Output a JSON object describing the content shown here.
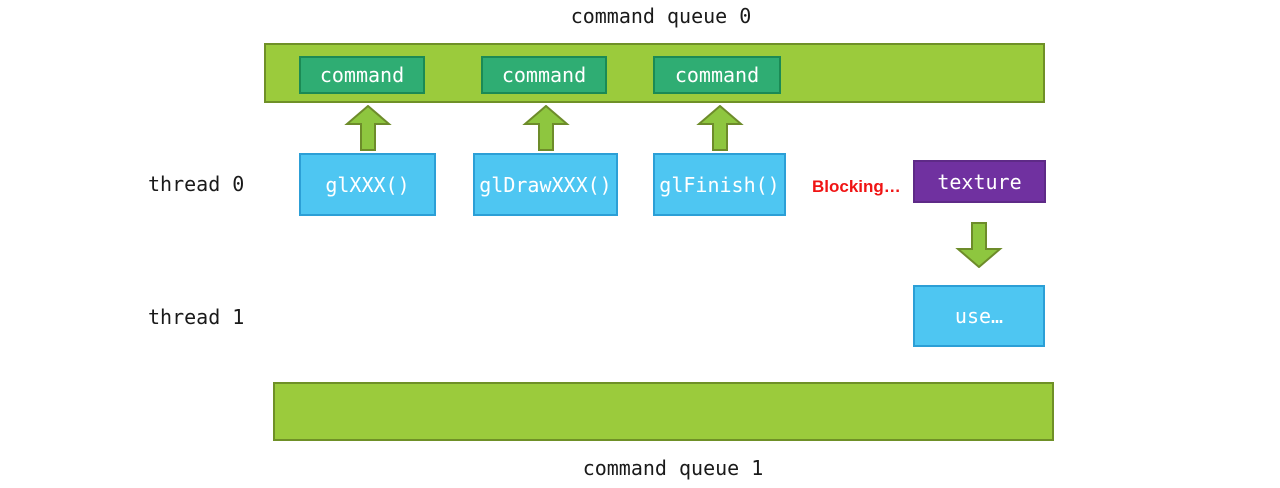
{
  "colors": {
    "green_fill": "#9BCB3C",
    "green_border": "#6F9027",
    "teal_fill": "#2FAD73",
    "teal_border": "#1B8A55",
    "blue_fill": "#4EC6F2",
    "blue_border": "#2C9FD6",
    "purple_fill": "#7031A0",
    "purple_border": "#5E2A87",
    "arrow_fill": "#8EC63F",
    "arrow_border": "#6D8C2A",
    "blocking_red": "#F01414",
    "text_black": "#1A1A1A"
  },
  "queue0": {
    "label": "command queue 0",
    "commands": [
      "command",
      "command",
      "command"
    ]
  },
  "thread0": {
    "label": "thread 0",
    "calls": [
      "glXXX()",
      "glDrawXXX()",
      "glFinish()"
    ],
    "blocking_label": "Blocking…",
    "texture_label": "texture"
  },
  "thread1": {
    "label": "thread 1",
    "use_label": "use…"
  },
  "queue1": {
    "label": "command queue 1"
  }
}
